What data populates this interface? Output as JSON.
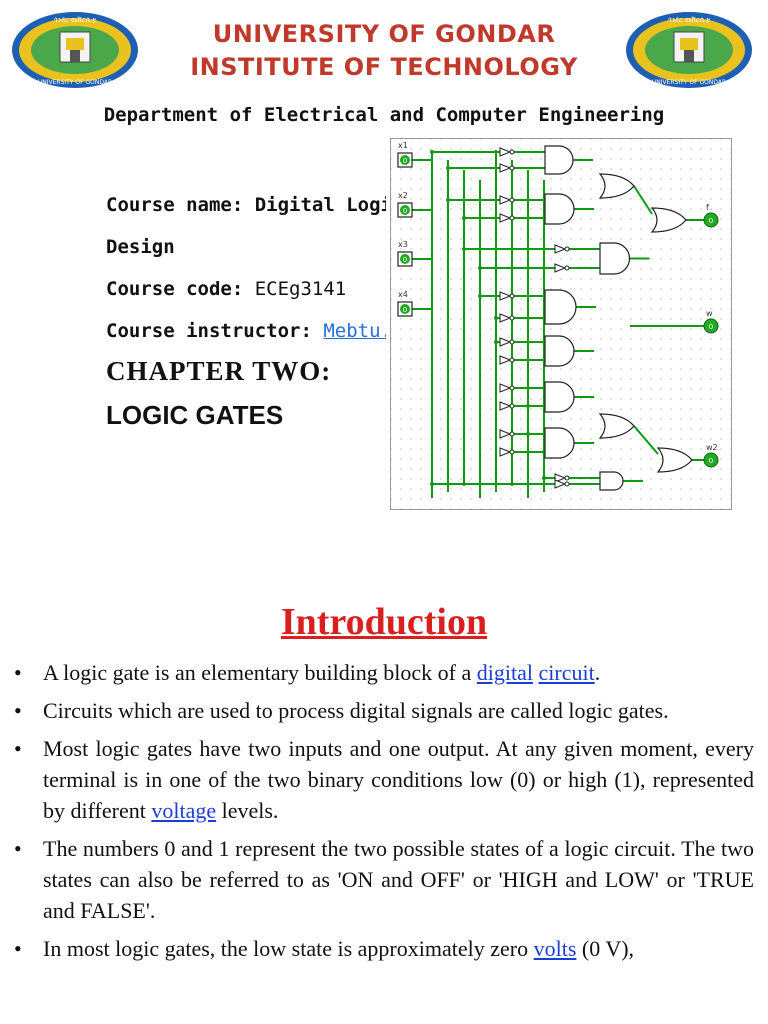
{
  "header": {
    "university": "UNIVERSITY OF GONDAR",
    "institute": "INSTITUTE OF TECHNOLOGY",
    "department": "Department of Electrical and Computer Engineering",
    "logo_text_top": "ጎንደር ዩኒቨርሲቲ",
    "logo_text_bottom": "UNIVERSITY OF GONDAR"
  },
  "course": {
    "name_label": "Course name: Digital Logic",
    "name_cont": "Design",
    "code_label": "Course code:",
    "code_value": "ECEg3141",
    "instructor_label": "Course instructor:",
    "instructor_value": "Mebtu.F"
  },
  "chapter": {
    "title": "CHAPTER TWO:",
    "subtitle": "LOGIC GATES"
  },
  "diagram": {
    "inputs": [
      "x1",
      "x2",
      "x3",
      "x4"
    ],
    "outputs": [
      "f",
      "w",
      "w2"
    ],
    "input_value": "0",
    "output_value": "0",
    "wire_color": "#119911",
    "node_color": "#22aa22"
  },
  "intro": {
    "title": "Introduction",
    "b1_pre": "A logic gate is an elementary building block of a ",
    "b1_link1": "digital",
    "b1_link2": "circuit",
    "b1_post": ".",
    "b2": "Circuits which are used to process digital signals are called logic gates.",
    "b3_pre": "Most logic gates have two inputs and one output. At any given moment, every terminal is in one of the two binary conditions low (0) or high (1), represented by different ",
    "b3_link": "voltage",
    "b3_post": " levels.",
    "b4": "The numbers 0 and 1 represent the two possible states of a logic circuit. The two states can also be referred to as 'ON and OFF' or 'HIGH and LOW' or 'TRUE and FALSE'.",
    "b5_pre": "In most logic gates, the low state is approximately zero ",
    "b5_link": "volts",
    "b5_post": " (0 V),"
  }
}
